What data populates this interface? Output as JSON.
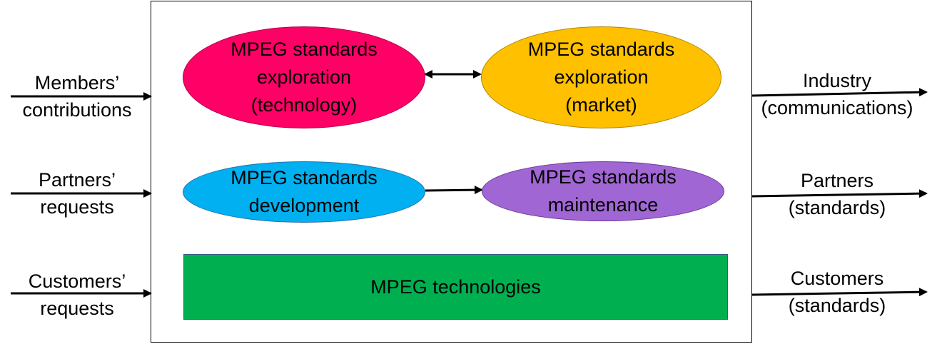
{
  "inputs": [
    {
      "line1": "Members’",
      "line2": "contributions"
    },
    {
      "line1": "Partners’",
      "line2": "requests"
    },
    {
      "line1": "Customers’",
      "line2": "requests"
    }
  ],
  "outputs": [
    {
      "line1": "Industry",
      "line2": "(communications)"
    },
    {
      "line1": "Partners",
      "line2": "(standards)"
    },
    {
      "line1": "Customers",
      "line2": "(standards)"
    }
  ],
  "nodes": {
    "exploration_technology": {
      "lines": [
        "MPEG standards",
        "exploration",
        "(technology)"
      ],
      "color": "#ff0066"
    },
    "exploration_market": {
      "lines": [
        "MPEG standards",
        "exploration",
        "(market)"
      ],
      "color": "#ffc000"
    },
    "development": {
      "lines": [
        "MPEG standards",
        "development"
      ],
      "color": "#00b0f0"
    },
    "maintenance": {
      "lines": [
        "MPEG standards",
        "maintenance"
      ],
      "color": "#a066d3"
    },
    "technologies": {
      "label": "MPEG technologies",
      "color": "#00b050"
    }
  }
}
